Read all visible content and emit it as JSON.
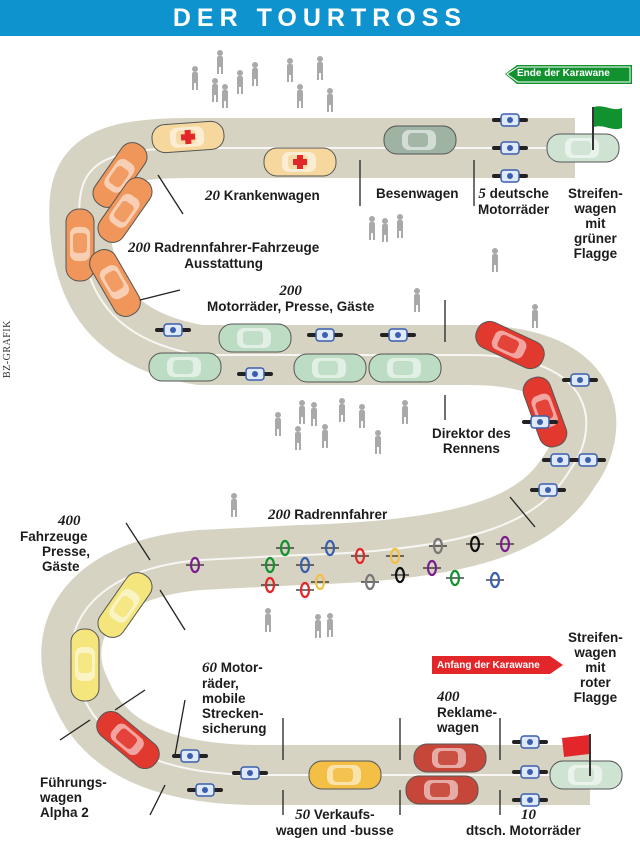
{
  "header": {
    "title": "DER TOURTROSS"
  },
  "credit": "BZ-GRAFIK",
  "flags": {
    "end": "Ende der Karawane",
    "start": "Anfang der Karawane"
  },
  "labels": {
    "krankenwagen": {
      "num": "20",
      "text": "Krankenwagen"
    },
    "besenwagen": {
      "text": "Besenwagen"
    },
    "motorraeder_de": {
      "num": "5",
      "line1": "deutsche",
      "line2": "Motorräder"
    },
    "streife_gruen": {
      "line1": "Streifen-",
      "line2": "wagen",
      "line3": "mit",
      "line4": "grüner",
      "line5": "Flagge"
    },
    "radrennfahrer_fz": {
      "num": "200",
      "line1": "Radrennfahrer-Fahrzeuge",
      "line2": "Ausstattung"
    },
    "presse_200": {
      "num": "200",
      "line1": "Motorräder, Presse, Gäste"
    },
    "direktor": {
      "line1": "Direktor des",
      "line2": "Rennens"
    },
    "radrennfahrer": {
      "num": "200",
      "text": "Radrennfahrer"
    },
    "fahrzeuge_presse": {
      "num": "400",
      "line1": "Fahrzeuge",
      "line2": "Presse,",
      "line3": "Gäste"
    },
    "motorraeder_60": {
      "num": "60",
      "line1": "Motor-",
      "line2": "räder,",
      "line3": "mobile",
      "line4": "Strecken-",
      "line5": "sicherung"
    },
    "reklame": {
      "num": "400",
      "line1": "Reklame-",
      "line2": "wagen"
    },
    "streife_rot": {
      "line1": "Streifen-",
      "line2": "wagen",
      "line3": "mit",
      "line4": "roter",
      "line5": "Flagge"
    },
    "fuehrungswagen": {
      "line1": "Führungs-",
      "line2": "wagen",
      "line3": "Alpha 2"
    },
    "verkauf": {
      "num": "50",
      "line1": "Verkaufs-",
      "line2": "wagen und -busse"
    },
    "dtsch_motor": {
      "num": "10",
      "line1": "dtsch. Motorräder"
    }
  },
  "colors": {
    "header_bg": "#0e93cf",
    "road": "#d7d3c2",
    "ambulance": "#f6d89e",
    "team_car": "#f0965a",
    "press_car": "#bcdcc4",
    "director_car": "#e2392e",
    "lead_car": "#f4e57c",
    "ad_car": "#c7463a",
    "sales_bus": "#f3bf45",
    "motorbike": "#3a5fae",
    "flag_green": "#12922f",
    "flag_red": "#e2262a",
    "spectator": "#a9a9a9"
  }
}
